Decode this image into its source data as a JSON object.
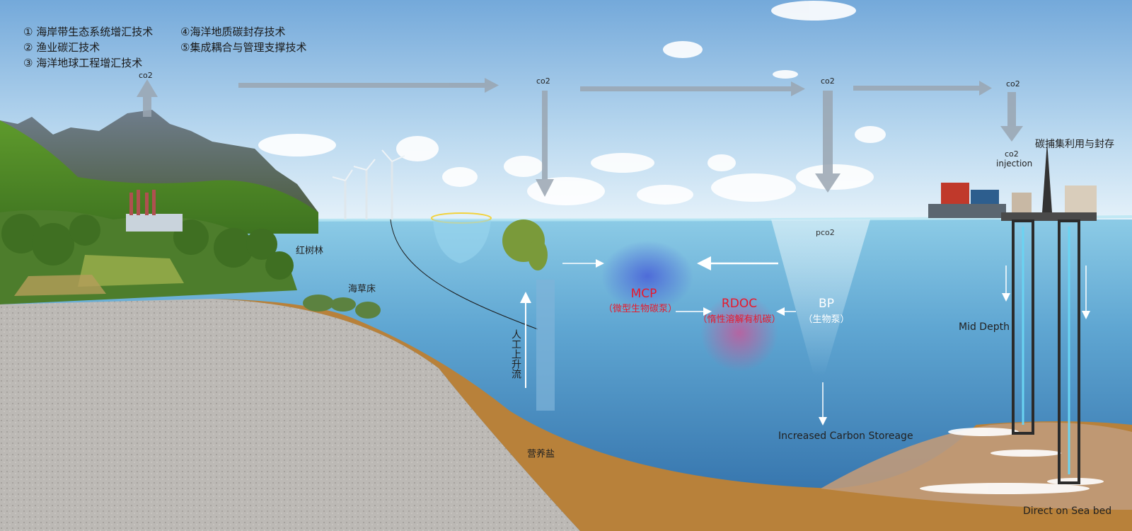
{
  "legend": {
    "items": [
      "① 海岸带生态系统增汇技术",
      "② 渔业碳汇技术",
      "③ 海洋地球工程增汇技术",
      "④海洋地质碳封存技术",
      "⑤集成耦合与管理支撑技术"
    ]
  },
  "co2": {
    "label": "co2",
    "pco2": "pco2"
  },
  "labels": {
    "mangrove": "红树林",
    "seagrass": "海草床",
    "upwelling": "人工上升流",
    "nutrients": "营养盐",
    "mcp": "MCP",
    "mcp_sub": "（微型生物碳泵）",
    "rdoc": "RDOC",
    "rdoc_sub": "（惰性溶解有机碳）",
    "bp": "BP",
    "bp_sub": "（生物泵）",
    "storage": "Increased Carbon Storeage",
    "ccus": "碳捕集利用与封存",
    "injection_line1": "co2",
    "injection_line2": "injection",
    "mid_depth": "Mid Depth",
    "seabed": "Direct on Sea bed"
  },
  "colors": {
    "sky_top": "#7fb3df",
    "sky_bottom": "#e8f3fb",
    "sea_surface": "#7fc8e8",
    "sea_deep": "#2c6aa8",
    "seabed": "#b8813a",
    "gravel": "#b9b6b2",
    "arrow_gray": "#9aa6b2",
    "red_text": "#e8192c"
  }
}
